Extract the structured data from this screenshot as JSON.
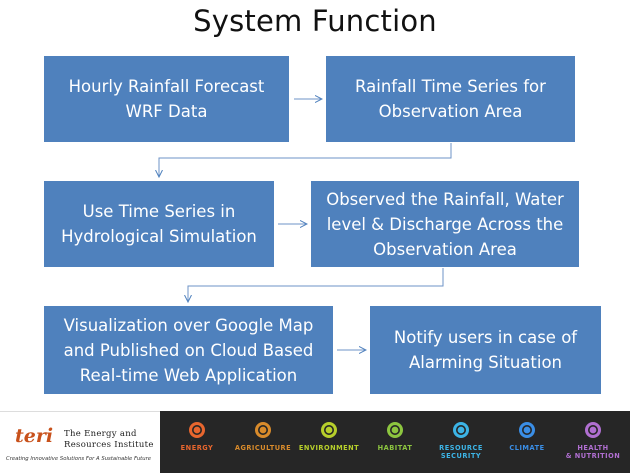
{
  "title": "System Function",
  "boxes": {
    "b1": [
      "Hourly Rainfall Forecast",
      "WRF Data"
    ],
    "b2": [
      "Rainfall Time Series for",
      "Observation Area"
    ],
    "b3": [
      "Use Time Series in",
      "Hydrological Simulation"
    ],
    "b4": [
      "Observed the Rainfall, Water",
      "level & Discharge Across the",
      "Observation Area"
    ],
    "b5": [
      "Visualization over Google Map",
      "and Published on Cloud Based",
      "Real-time Web Application"
    ],
    "b6": [
      "Notify users in case of",
      "Alarming Situation"
    ]
  },
  "footer": {
    "logo": "teri",
    "org_name": [
      "The Energy and",
      "Resources Institute"
    ],
    "tagline": "Creating Innovative Solutions For A Sustainable Future",
    "themes": [
      {
        "name": "energy-icon",
        "label": [
          "ENERGY"
        ],
        "color": "#e8662e"
      },
      {
        "name": "agriculture-icon",
        "label": [
          "AGRICULTURE"
        ],
        "color": "#d98b2b"
      },
      {
        "name": "environment-icon",
        "label": [
          "ENVIRONMENT"
        ],
        "color": "#b7cf2b"
      },
      {
        "name": "habitat-icon",
        "label": [
          "HABITAT"
        ],
        "color": "#8dc63f"
      },
      {
        "name": "resource-icon",
        "label": [
          "RESOURCE",
          "SECURITY"
        ],
        "color": "#3cb4e6"
      },
      {
        "name": "climate-icon",
        "label": [
          "CLIMATE"
        ],
        "color": "#3a8ee6"
      },
      {
        "name": "health-icon",
        "label": [
          "HEALTH",
          "& NUTRITION"
        ],
        "color": "#b06fd1"
      }
    ]
  }
}
